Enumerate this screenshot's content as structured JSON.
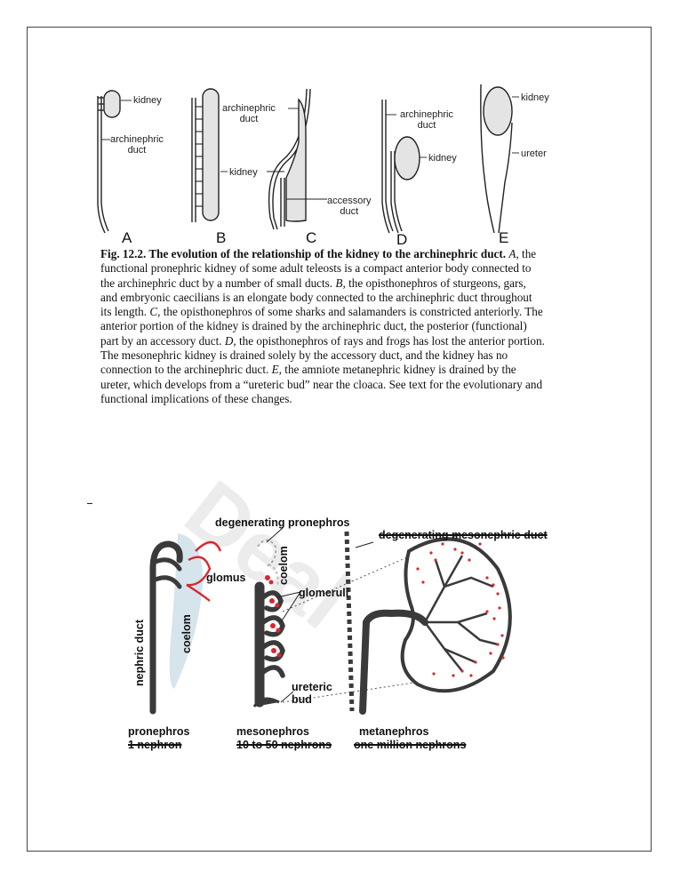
{
  "figure_top": {
    "labels": {
      "a_kidney": "kidney",
      "a_duct": "archinephric\nduct",
      "b_duct": "archinephric\nduct",
      "b_kidney": "kidney",
      "c_accessory": "accessory\nduct",
      "d_duct": "archinephric\nduct",
      "d_kidney": "kidney",
      "e_kidney": "kidney",
      "e_ureter": "ureter"
    },
    "letters": [
      "A",
      "B",
      "C",
      "D",
      "E"
    ]
  },
  "caption": {
    "lead": "Fig. 12.2.  The evolution of the relationship of the kidney to the archinephric duct.",
    "a_label": "A,",
    "a_text": "the functional pronephric kidney of some adult teleosts is a compact anterior body connected to the archinephric duct by a number of small ducts.",
    "b_label": "B,",
    "b_text": "the opisthonephros of sturgeons, gars, and embryonic caecilians is an elongate body connected to the archinephric duct throughout its length.",
    "c_label": "C,",
    "c_text": "the opisthonephros of some sharks and salamanders is constricted anteriorly. The anterior portion of the kidney is drained by the archinephric duct, the posterior (functional) part by an accessory duct.",
    "d_label": "D,",
    "d_text": "the opisthonephros of rays and frogs has lost the anterior portion. The mesonephric kidney is drained solely by the accessory duct, and the kidney has no connection to the archinephric duct.",
    "e_label": "E,",
    "e_text": "the amniote metanephric kidney is drained by the ureter, which develops from a “ureteric bud” near the cloaca. See text for the evolutionary and functional implications of these changes."
  },
  "watermark": "Deal",
  "figure_bottom": {
    "degenerating_pronephros": "degenerating pronephros",
    "degenerating_mesonephros": "degenerating mesonephric duct",
    "coelom_top": "coelom",
    "glomus": "glomus",
    "glomeruli": "glomeruli",
    "nephric_duct": "nephric duct",
    "coelom_left": "coelom",
    "ureteric_bud": "ureteric\nbud",
    "pronephros": "pronephros",
    "pronephros_count": "1 nephron",
    "mesonephros": "mesonephros",
    "mesonephros_count": "10 to 50 nephrons",
    "metanephros": "metanephros",
    "metanephros_count": "one million nephrons",
    "colors": {
      "vessel_red": "#d6282f",
      "tissue": "#3a3a3a",
      "coelom_blue": "#d6e4ec"
    }
  }
}
